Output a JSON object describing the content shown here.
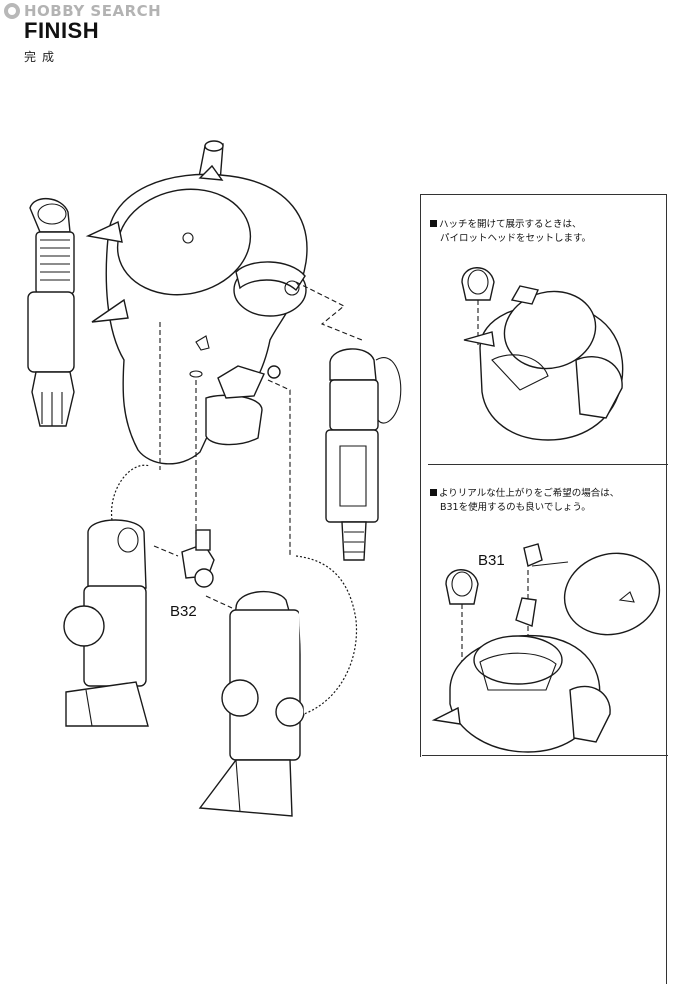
{
  "watermark": {
    "brand": "HOBBY SEARCH"
  },
  "header": {
    "title": "FINISH",
    "subtitle": "完成"
  },
  "notes": [
    {
      "line1": "ハッチを開けて展示するときは、",
      "line2": "パイロットヘッドをセットします。"
    },
    {
      "line1": "よりリアルな仕上がりをご希望の場合は、",
      "line2": "B31を使用するのも良いでしょう。"
    }
  ],
  "part_labels": {
    "b32": "B32",
    "b31": "B31"
  },
  "icons": [
    "hobby-search-logo-icon",
    "square-bullet-icon"
  ]
}
